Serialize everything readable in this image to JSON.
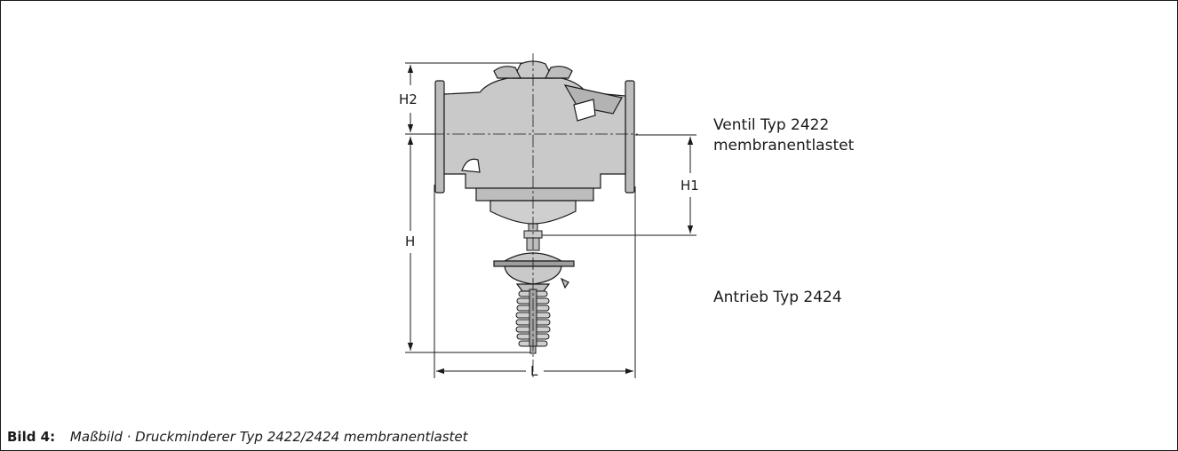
{
  "labels": {
    "valve_line1": "Ventil Typ 2422",
    "valve_line2": "membranentlastet",
    "actuator": "Antrieb Typ 2424"
  },
  "dimensions": {
    "h2": "H2",
    "h": "H",
    "h1": "H1",
    "l": "L"
  },
  "caption": {
    "number": "Bild 4:",
    "text": "Maßbild · Druckminderer Typ 2422/2424 membranentlastet"
  }
}
